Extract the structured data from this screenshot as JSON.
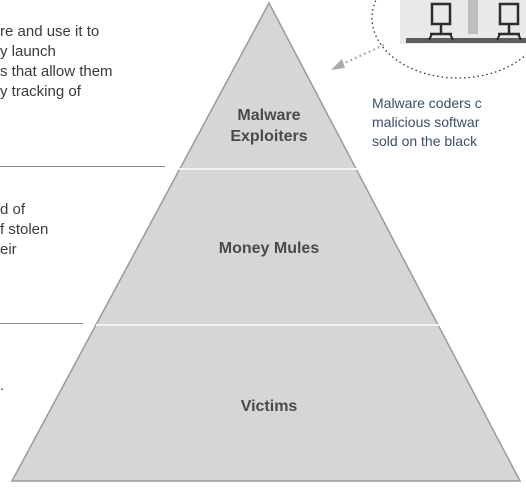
{
  "left_text": {
    "top_block": [
      "re and use it to",
      "y launch",
      "s that allow them",
      "y tracking of"
    ],
    "middle_block": [
      "d of",
      "f stolen",
      "eir"
    ],
    "bottom_block": [
      "."
    ]
  },
  "pyramid": {
    "tiers": [
      {
        "line1": "Malware",
        "line2": "Exploiters"
      },
      {
        "line1": "Money Mules"
      },
      {
        "line1": "Victims"
      }
    ],
    "colors": {
      "fill": "#d6d6d6",
      "stroke": "#9a9a9a",
      "divider": "#f4f4f4"
    }
  },
  "callout": {
    "lines": [
      "Malware coders c",
      "malicious softwar",
      "sold on the black"
    ]
  }
}
